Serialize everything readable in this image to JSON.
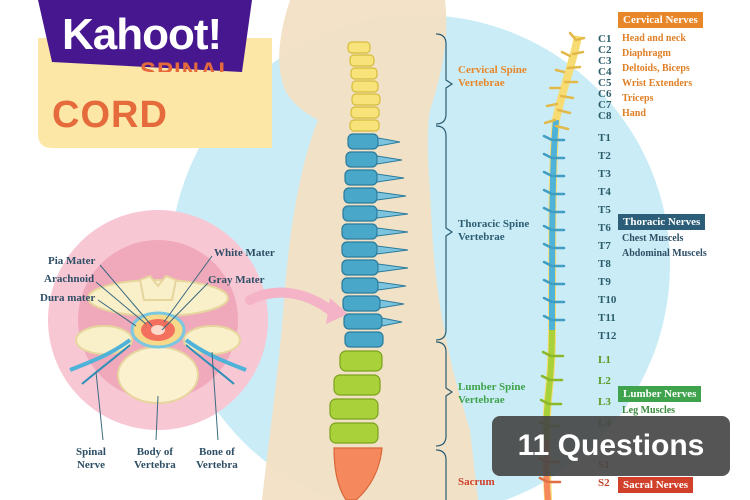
{
  "branding": {
    "logo_text": "Kahoot!",
    "title_partial": "SPINAL",
    "title": "CORD",
    "colors": {
      "brand_purple": "#46178f",
      "title_orange": "#e56a3c",
      "panel_yellow": "#fde7a6"
    }
  },
  "overlay": {
    "questions_label": "11 Questions"
  },
  "regions": {
    "cervical": "Cervical Spine\nVertebrae",
    "thoracic": "Thoracic Spine\nVertebrae",
    "lumbar": "Lumber Spine\nVertebrae",
    "sacrum": "Sacrum"
  },
  "segments": {
    "cervical": [
      "C1",
      "C2",
      "C3",
      "C4",
      "C5",
      "C6",
      "C7",
      "C8"
    ],
    "thoracic": [
      "T1",
      "T2",
      "T3",
      "T4",
      "T5",
      "T6",
      "T7",
      "T8",
      "T9",
      "T10",
      "T11",
      "T12"
    ],
    "lumbar": [
      "L1",
      "L2",
      "L3",
      "L4"
    ],
    "sacral": [
      "S1",
      "S2"
    ]
  },
  "nerve_groups": {
    "cervical": {
      "header": "Cervical Nerves",
      "items": [
        "Head and neck",
        "Diaphragm",
        "Deltoids, Biceps",
        "Wrist Extenders",
        "Triceps",
        "Hand"
      ]
    },
    "thoracic": {
      "header": "Thoracic Nerves",
      "items": [
        "Chest Muscels",
        "Abdominal Muscels"
      ]
    },
    "lumbar": {
      "header": "Lumber Nerves",
      "items": [
        "Leg Muscles"
      ]
    },
    "sacral": {
      "header": "Sacral Nerves",
      "items": []
    }
  },
  "cross_section": {
    "pia_mater": "Pia Mater",
    "arachnoid": "Arachnoid",
    "dura_mater": "Dura mater",
    "white_mater": "White Mater",
    "gray_mater": "Gray Mater",
    "spinal_nerve": "Spinal\nNerve",
    "body_of_vertebra": "Body of\nVertebra",
    "bone_of_vertebra": "Bone of\nVertebra"
  }
}
